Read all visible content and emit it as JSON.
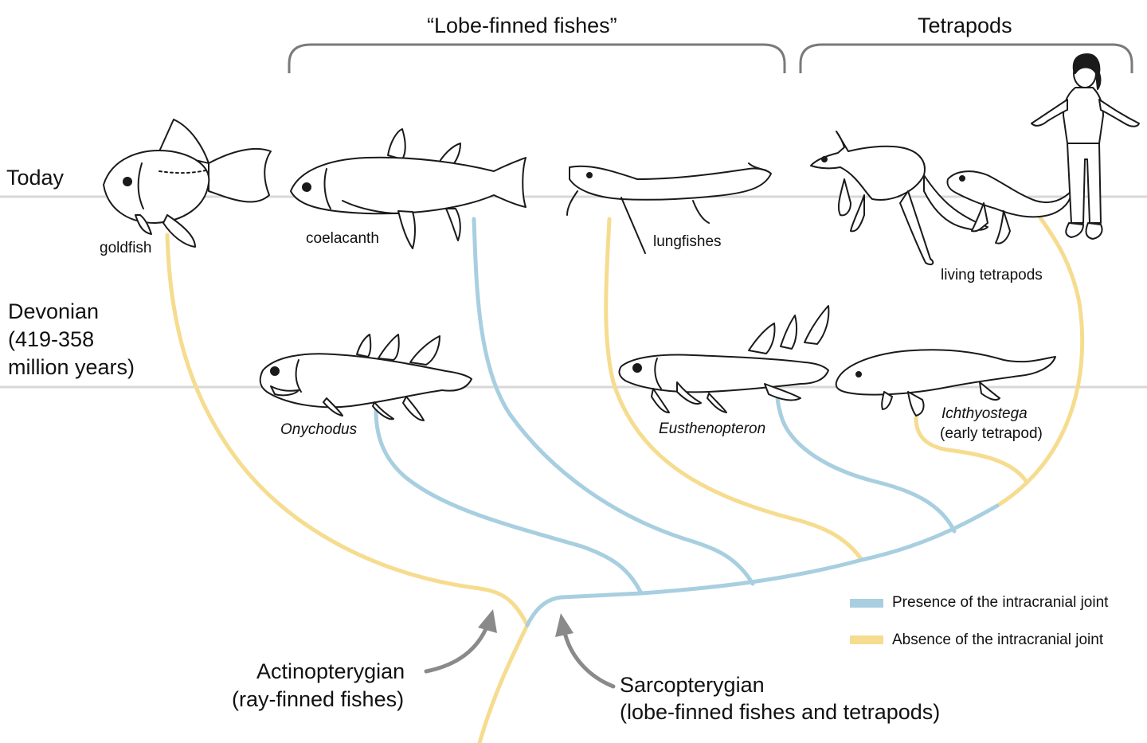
{
  "colors": {
    "presence": "#a8cfe0",
    "absence": "#f6dc8f",
    "timeline": "#d8d8d8",
    "bracket": "#7a7a7a",
    "arrow": "#8a8a8a"
  },
  "groups": {
    "lobe_finned": "“Lobe-finned fishes”",
    "tetrapods": "Tetrapods"
  },
  "eras": {
    "today": "Today",
    "devonian_line1": "Devonian",
    "devonian_line2": "(419-358",
    "devonian_line3": "million years)"
  },
  "taxa": {
    "goldfish": "goldfish",
    "coelacanth": "coelacanth",
    "lungfishes": "lungfishes",
    "living_tetrapods": "living tetrapods",
    "onychodus": "Onychodus",
    "eusthenopteron": "Eusthenopteron",
    "ichthyostega": "Ichthyostega",
    "ichthyostega_note": "(early tetrapod)"
  },
  "clades": {
    "actino_line1": "Actinopterygian",
    "actino_line2": "(ray-finned fishes)",
    "sarco_line1": "Sarcopterygian",
    "sarco_line2": "(lobe-finned fishes and tetrapods)"
  },
  "legend": {
    "presence": "Presence of the intracranial joint",
    "absence": "Absence of the intracranial joint"
  },
  "icons": [
    "goldfish-illustration",
    "coelacanth-illustration",
    "lungfish-illustration",
    "kangaroo-illustration",
    "lizard-illustration",
    "human-illustration",
    "onychodus-illustration",
    "eusthenopteron-illustration",
    "ichthyostega-illustration"
  ]
}
